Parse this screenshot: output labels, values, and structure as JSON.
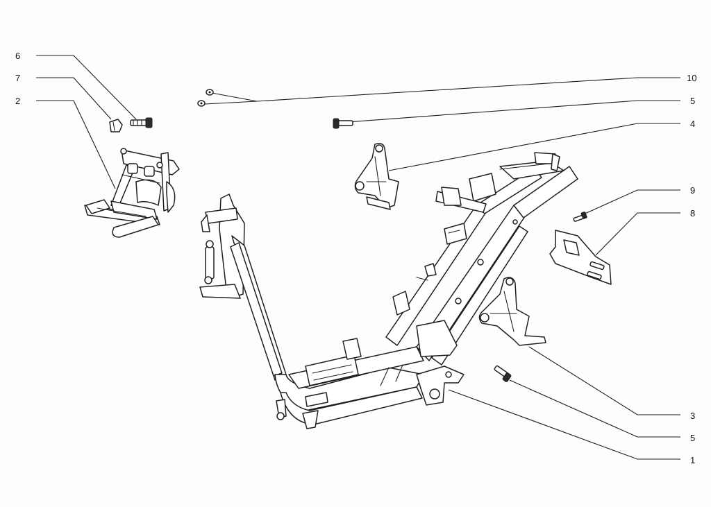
{
  "callouts": [
    {
      "id": "c6",
      "number": "6"
    },
    {
      "id": "c7",
      "number": "7"
    },
    {
      "id": "c2",
      "number": "2"
    },
    {
      "id": "c10",
      "number": "10"
    },
    {
      "id": "c5a",
      "number": "5"
    },
    {
      "id": "c4",
      "number": "4"
    },
    {
      "id": "c9",
      "number": "9"
    },
    {
      "id": "c8",
      "number": "8"
    },
    {
      "id": "c3",
      "number": "3"
    },
    {
      "id": "c5b",
      "number": "5"
    },
    {
      "id": "c1",
      "number": "1"
    }
  ],
  "colors": {
    "line": "#1f1f1f",
    "background": "#fdfdfc"
  }
}
